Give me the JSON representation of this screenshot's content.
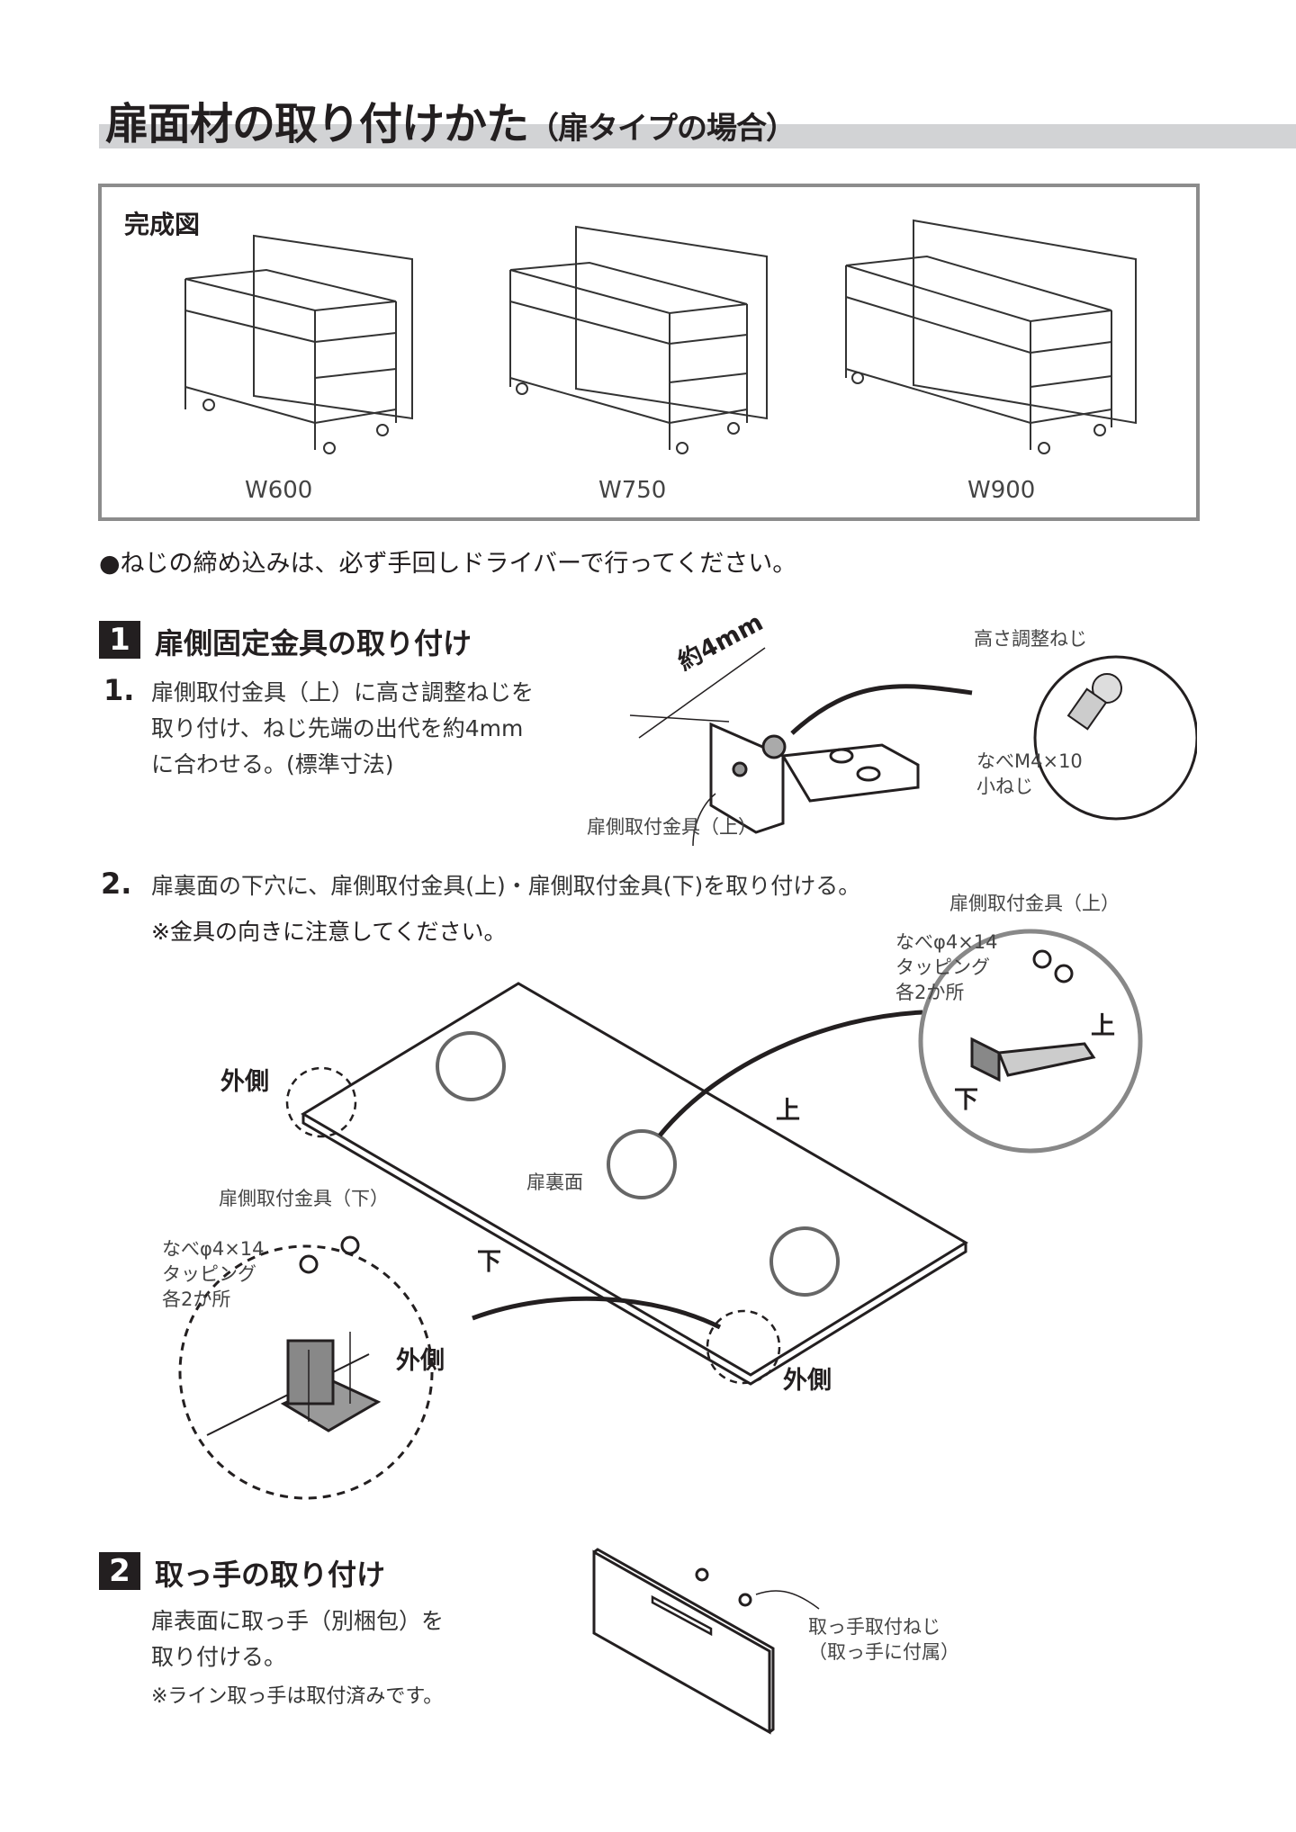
{
  "title": {
    "main": "扉面材の取り付けかた",
    "sub": "（扉タイプの場合）"
  },
  "completion": {
    "label": "完成図",
    "models": [
      "W600",
      "W750",
      "W900"
    ]
  },
  "notice": "●ねじの締め込みは、必ず手回しドライバーで行ってください。",
  "section1": {
    "number": "1",
    "title": "扉側固定金具の取り付け",
    "step1": {
      "number": "1.",
      "lines": [
        "扉側取付金具（上）に高さ調整ねじを",
        "取り付け、ねじ先端の出代を約4mm",
        "に合わせる。(標準寸法)"
      ],
      "dimension": "約4mm",
      "bracket_label": "扉側取付金具（上）",
      "screw_title": "高さ調整ねじ",
      "screw_spec": [
        "なべM4×10",
        "小ねじ"
      ]
    },
    "step2": {
      "number": "2.",
      "text": "扉裏面の下穴に、扉側取付金具(上)・扉側取付金具(下)を取り付ける。",
      "note": "※金具の向きに注意してください。",
      "upper_bracket_label": "扉側取付金具（上）",
      "upper_screw_spec": [
        "なべφ4×14",
        "タッピング",
        "各2か所"
      ],
      "up": "上",
      "down": "下",
      "outside": "外側",
      "door_back": "扉裏面",
      "lower_bracket_label": "扉側取付金具（下）",
      "lower_screw_spec": [
        "なべφ4×14",
        "タッピング",
        "各2か所"
      ]
    }
  },
  "section2": {
    "number": "2",
    "title": "取っ手の取り付け",
    "lines": [
      "扉表面に取っ手（別梱包）を",
      "取り付ける。"
    ],
    "note": "※ライン取っ手は取付済みです。",
    "screw_label": [
      "取っ手取付ねじ",
      "（取っ手に付属）"
    ]
  }
}
